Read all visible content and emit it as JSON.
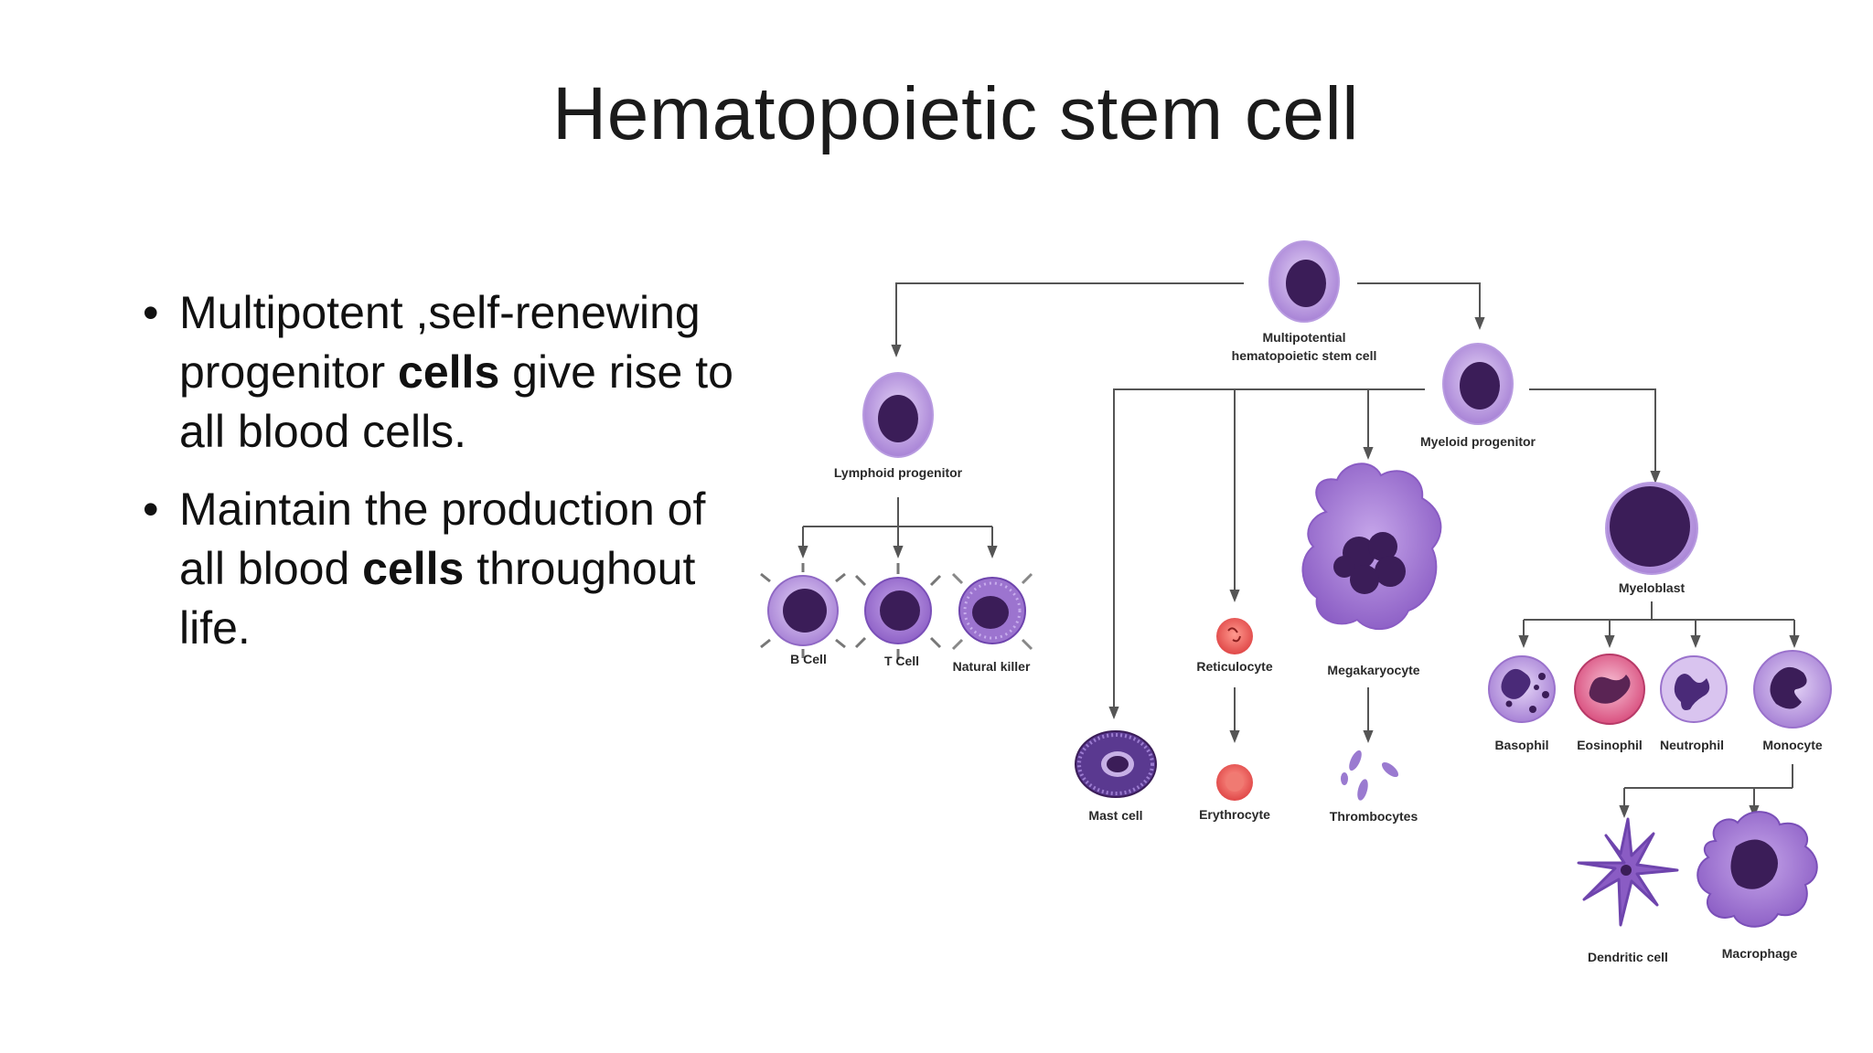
{
  "title": "Hematopoietic stem cell",
  "bullets": [
    {
      "parts": [
        "Multipotent ,self-renewing progenitor ",
        "cells",
        " give rise to all blood cells."
      ]
    },
    {
      "parts": [
        "Maintain the production of all blood ",
        "cells",
        " throughout life."
      ]
    }
  ],
  "diagram": {
    "labels": {
      "stem_line1": "Multipotential",
      "stem_line2": "hematopoietic stem cell",
      "lymphoid": "Lymphoid progenitor",
      "myeloid": "Myeloid progenitor",
      "bcell": "B Cell",
      "tcell": "T Cell",
      "nk": "Natural killer",
      "reticulocyte": "Reticulocyte",
      "megakaryocyte": "Megakaryocyte",
      "myeloblast": "Myeloblast",
      "mast": "Mast cell",
      "erythrocyte": "Erythrocyte",
      "thrombocytes": "Thrombocytes",
      "basophil": "Basophil",
      "eosinophil": "Eosinophil",
      "neutrophil": "Neutrophil",
      "monocyte": "Monocyte",
      "dendritic": "Dendritic cell",
      "macrophage": "Macrophage"
    },
    "colors": {
      "arrow": "#555555",
      "cell_light": "#c9aee8",
      "cell_mid": "#9a72cc",
      "nucleus": "#3b1d58",
      "eosinophil": "#e05a86",
      "red_cell": "#e65050"
    }
  }
}
